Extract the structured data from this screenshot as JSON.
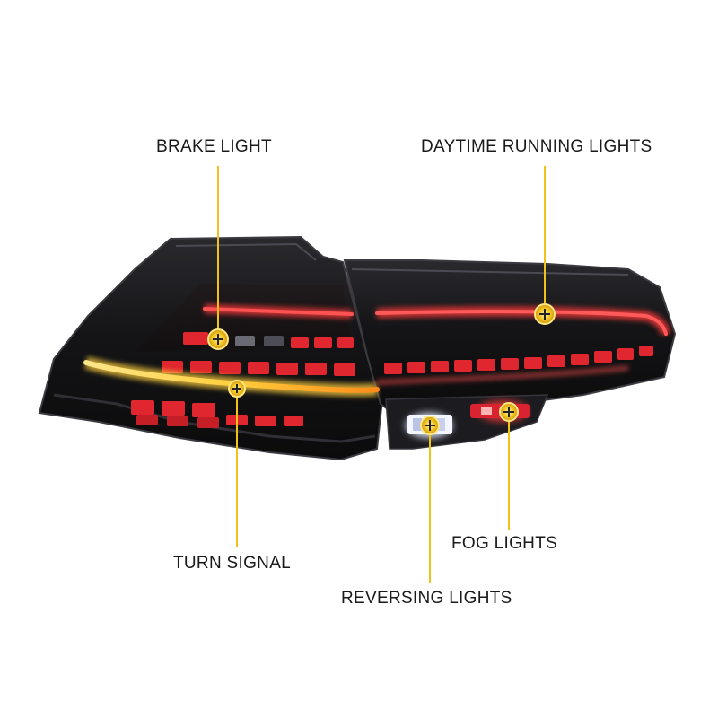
{
  "callouts": {
    "brake_light": "BRAKE LIGHT",
    "daytime_running_lights": "DAYTIME RUNNING LIGHTS",
    "turn_signal": "TURN SIGNAL",
    "fog_lights": "FOG LIGHTS",
    "reversing_lights": "REVERSING LIGHTS"
  },
  "colors": {
    "accent": "#f2c21b",
    "housing": "#141416",
    "led_red": "#e0262e",
    "turn_amber": "#ffd34a",
    "reverse_white": "#f4f6ff"
  }
}
